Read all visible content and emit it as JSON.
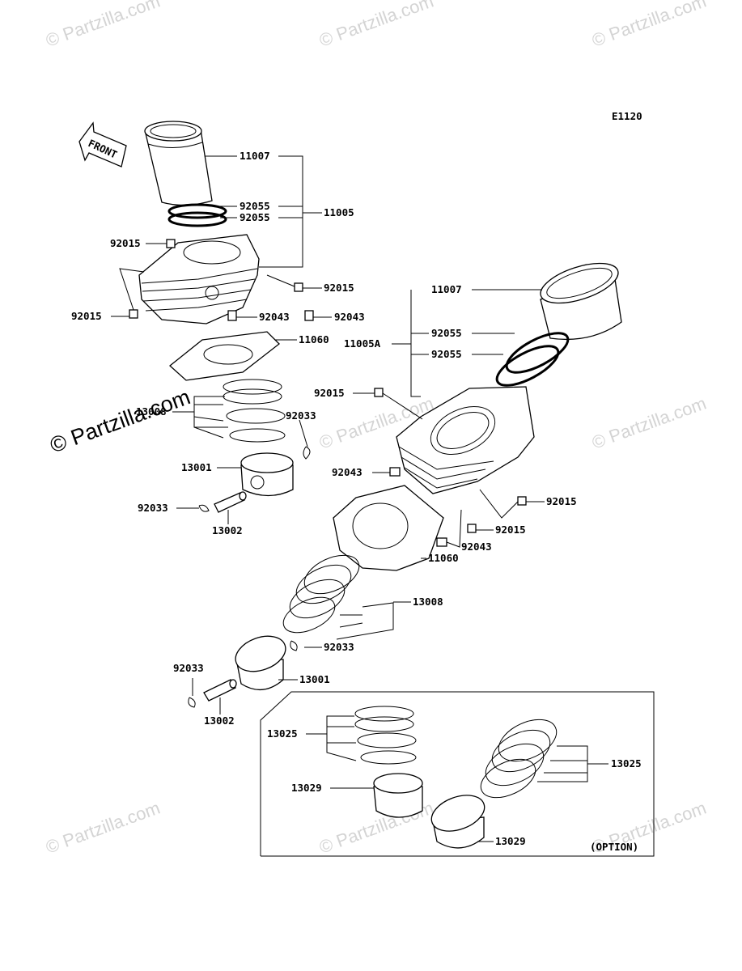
{
  "diagram": {
    "code": "E1120",
    "front_label": "FRONT",
    "option_label": "(OPTION)",
    "watermark_main": "© Partzilla.com",
    "watermark_small": "© Partzilla.com"
  },
  "callouts": {
    "c11007_a": "11007",
    "c92055_a1": "92055",
    "c92055_a2": "92055",
    "c11005": "11005",
    "c92015_a1": "92015",
    "c92015_a2": "92015",
    "c92015_a3": "92015",
    "c92043_a1": "92043",
    "c92043_a2": "92043",
    "c11060_a": "11060",
    "c13008_a": "13008",
    "c92033_a1": "92033",
    "c13001_a": "13001",
    "c92033_a2": "92033",
    "c13002_a": "13002",
    "c11007_b": "11007",
    "c11005a": "11005A",
    "c92055_b1": "92055",
    "c92055_b2": "92055",
    "c92015_b1": "92015",
    "c92043_b1": "92043",
    "c92015_b2": "92015",
    "c92015_b3": "92015",
    "c92043_b2": "92043",
    "c11060_b": "11060",
    "c13008_b": "13008",
    "c92033_b1": "92033",
    "c92033_b2": "92033",
    "c13001_b": "13001",
    "c13002_b": "13002",
    "c13025_a": "13025",
    "c13029_a": "13029",
    "c13025_b": "13025",
    "c13029_b": "13029"
  }
}
